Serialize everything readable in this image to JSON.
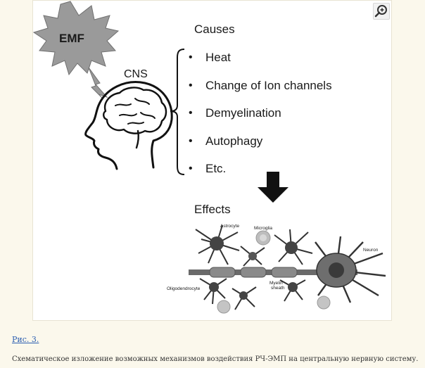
{
  "figure": {
    "emf_label": "EMF",
    "cns_label": "CNS",
    "causes_title": "Causes",
    "causes": [
      "Heat",
      "Change of Ion channels",
      "Demyelination",
      "Autophagy",
      "Etc."
    ],
    "bullet": "•",
    "effects_title": "Effects",
    "cell_labels": {
      "astrocyte": "Astrocyte",
      "microglia": "Microglia",
      "neuron": "Neuron",
      "oligodendrocyte": "Oligodendrocyte",
      "myelin_line1": "Myelin",
      "myelin_line2": "sheath"
    }
  },
  "figure_link": "Рис. 3.",
  "caption": "Схематическое изложение возможных механизмов воздействия РЧ-ЭМП на центральную нервную систему.",
  "colors": {
    "link": "#2a5db0",
    "background": "#fbf8ec"
  },
  "icons": {
    "zoom": "zoom-in-icon"
  }
}
